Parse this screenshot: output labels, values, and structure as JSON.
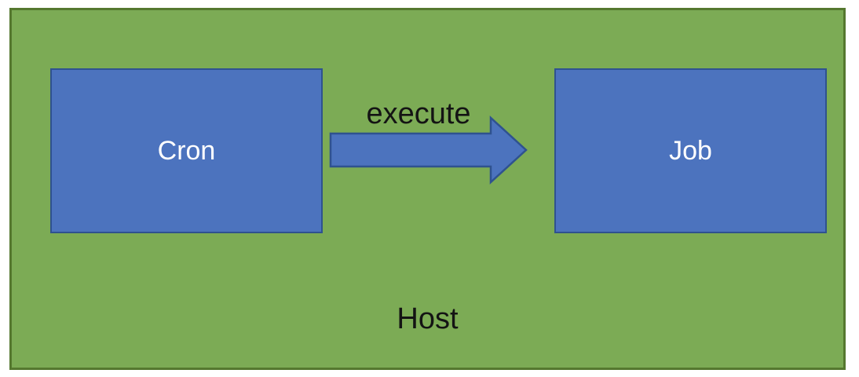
{
  "diagram": {
    "type": "block-diagram",
    "container": {
      "label": "Host"
    },
    "nodes": [
      {
        "id": "cron",
        "label": "Cron"
      },
      {
        "id": "job",
        "label": "Job"
      }
    ],
    "edges": [
      {
        "from": "cron",
        "to": "job",
        "label": "execute",
        "shape": "block-arrow-right"
      }
    ],
    "colors": {
      "container_fill": "#7CAB55",
      "container_border": "#55782F",
      "node_fill": "#4C73BE",
      "node_border": "#2F528F",
      "node_text": "#ffffff",
      "label_text": "#141414",
      "page_background": "#ffffff"
    }
  }
}
